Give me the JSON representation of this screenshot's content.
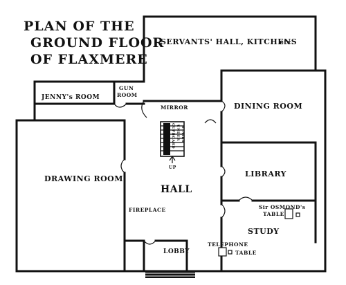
{
  "title": {
    "line1": "PLAN OF THE",
    "line2": "GROUND FLOOR",
    "line3": "OF FLAXMERE"
  },
  "rooms": {
    "servants_hall": "SERVANTS' HALL, KITCHENS",
    "servants_etc": "etc.",
    "jennys_room": "JENNY's ROOM",
    "gun_room_1": "GUN",
    "gun_room_2": "ROOM",
    "dining_room": "DINING ROOM",
    "drawing_room": "DRAWING ROOM",
    "hall": "HALL",
    "library": "LIBRARY",
    "study": "STUDY",
    "lobby": "LOBBY"
  },
  "labels": {
    "mirror": "MIRROR",
    "fireplace": "FIREPLACE",
    "osmond_1": "Sir OSMOND's",
    "osmond_2": "TABLE",
    "telephone_1": "TELEPHONE",
    "telephone_2": "TABLE",
    "stairs_1": "CUPBOARD",
    "stairs_2": "UNDER",
    "stairs_3": "STAIRS",
    "up": "UP"
  }
}
